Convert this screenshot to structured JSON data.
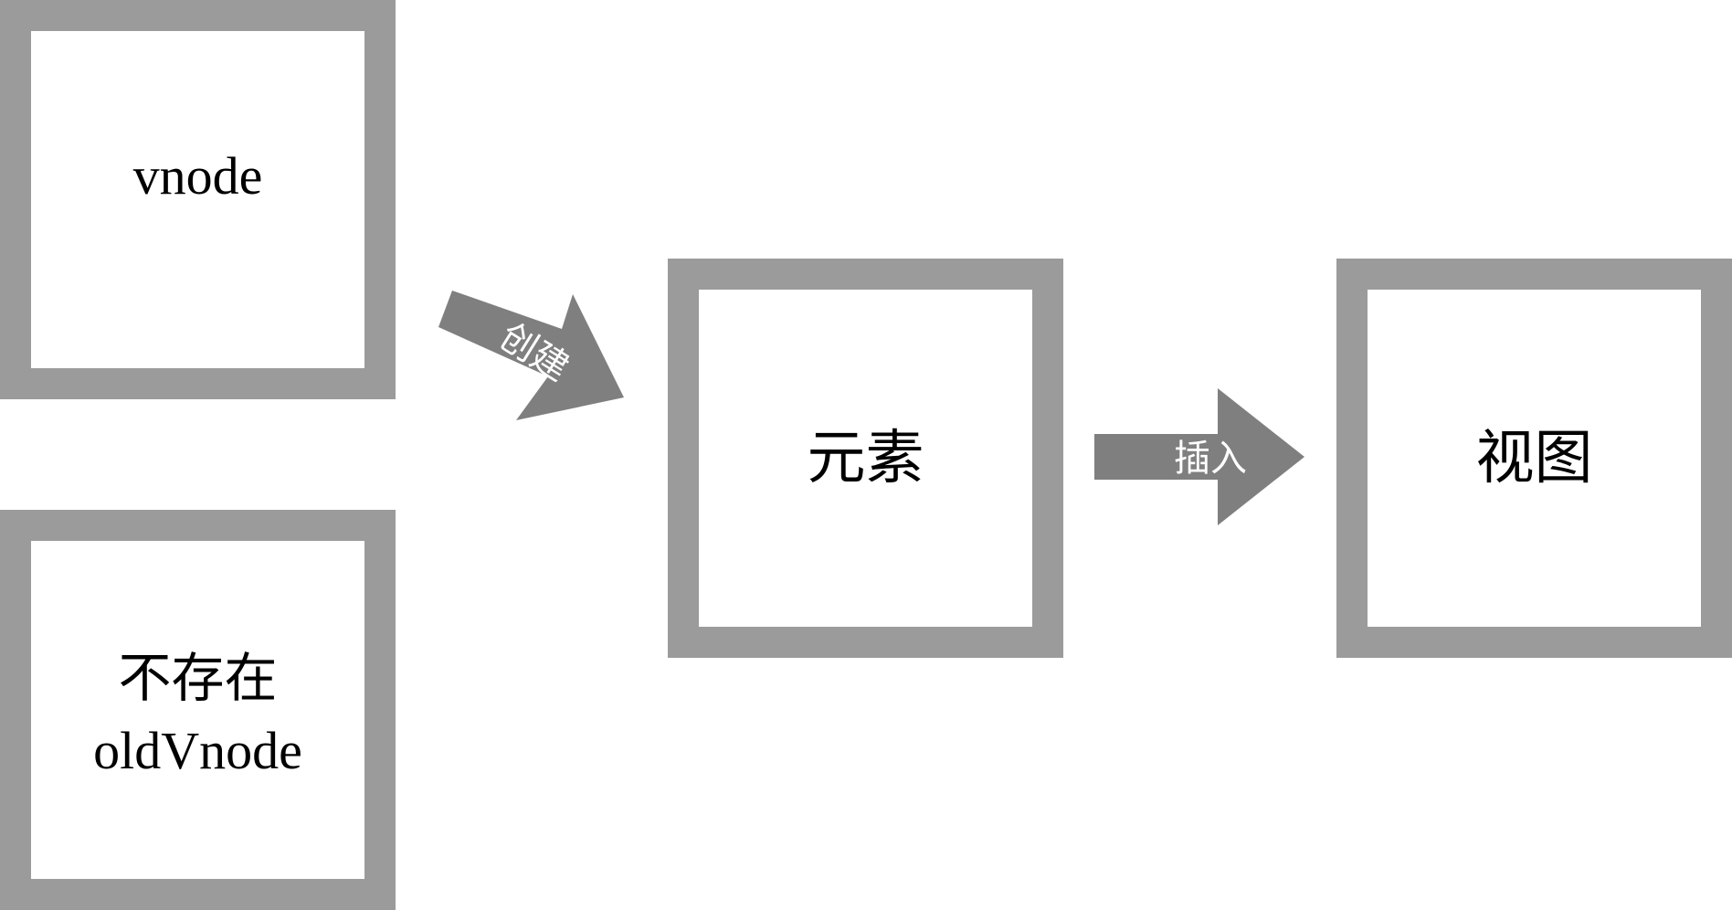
{
  "nodes": {
    "vnode": {
      "line1": "vnode"
    },
    "old": {
      "line1": "不存在",
      "line2": "oldVnode"
    },
    "element": {
      "line1": "元素"
    },
    "view": {
      "line1": "视图"
    }
  },
  "edges": {
    "create": {
      "label": "创建"
    },
    "insert": {
      "label": "插入"
    }
  },
  "colors": {
    "box_border": "#9b9b9b",
    "arrow_fill": "#7f7f7f",
    "arrow_text": "#ffffff",
    "background": "#ffffff"
  }
}
